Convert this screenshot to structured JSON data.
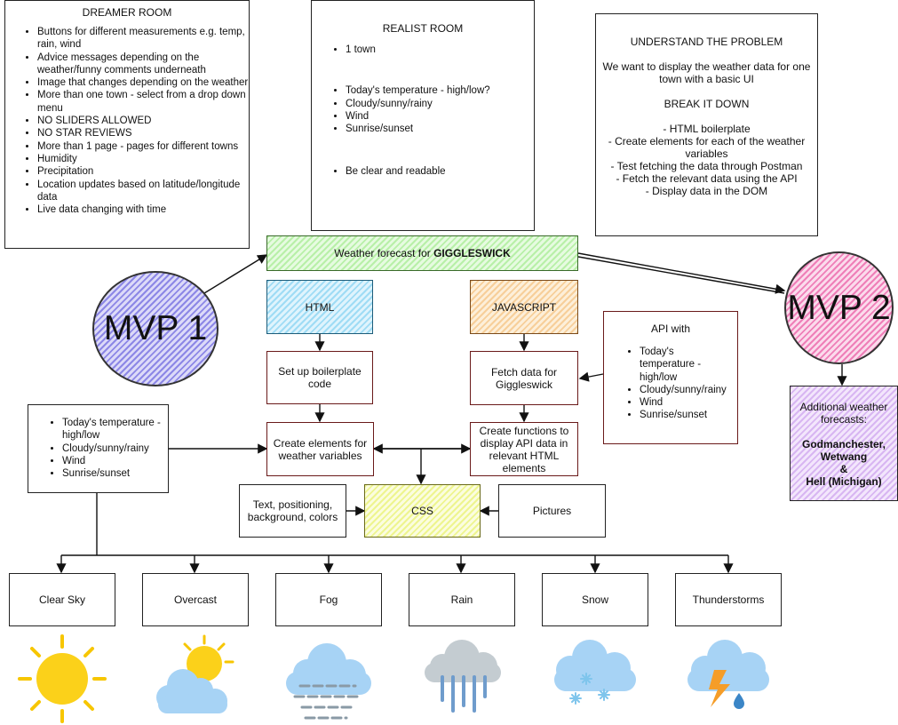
{
  "dreamer": {
    "title": "DREAMER ROOM",
    "items": [
      "Buttons for different measurements e.g. temp, rain, wind",
      "Advice messages depending on the weather/funny comments underneath",
      "Image that changes depending on the weather",
      "More than one town - select from a drop down menu",
      "NO SLIDERS ALLOWED",
      "NO STAR REVIEWS",
      "More than 1 page - pages for different towns",
      "Humidity",
      "Precipitation",
      "Location updates based on latitude/longitude data",
      "Live data changing with time"
    ]
  },
  "realist": {
    "title": "REALIST ROOM",
    "group1": [
      "1 town"
    ],
    "group2": [
      "Today's temperature - high/low?",
      "Cloudy/sunny/rainy",
      "Wind",
      "Sunrise/sunset"
    ],
    "group3": [
      "Be clear and readable"
    ]
  },
  "understand": {
    "title": "UNDERSTAND THE PROBLEM",
    "body": "We want to display the weather data for one town with a basic UI",
    "breakdown_title": "BREAK IT DOWN",
    "steps": [
      "- HTML boilerplate",
      "- Create elements for each of the weather variables",
      "- Test fetching the data through Postman",
      "- Fetch the relevant data using the API",
      "- Display data in the DOM"
    ]
  },
  "forecast": {
    "prefix": "Weather forecast for ",
    "town": "GIGGLESWICK"
  },
  "mvp1": "MVP 1",
  "mvp2": "MVP 2",
  "html_box": "HTML",
  "js_box": "JAVASCRIPT",
  "boilerplate": "Set up boilerplate code",
  "fetch": "Fetch data for Giggleswick",
  "create_elements": "Create elements for weather variables",
  "create_functions": "Create functions to display API data in relevant HTML elements",
  "api": {
    "title": "API with",
    "items": [
      "Today's temperature - high/low",
      "Cloudy/sunny/rainy",
      "Wind",
      "Sunrise/sunset"
    ]
  },
  "left_list": [
    "Today's temperature - high/low",
    "Cloudy/sunny/rainy",
    "Wind",
    "Sunrise/sunset"
  ],
  "css_box": "CSS",
  "text_pos": "Text, positioning, background, colors",
  "pictures": "Pictures",
  "additional": {
    "intro": "Additional weather forecasts:",
    "town1": "Godmanchester,",
    "town2": "Wetwang",
    "amp": "&",
    "town3": "Hell (Michigan)"
  },
  "weather_types": [
    "Clear Sky",
    "Overcast",
    "Fog",
    "Rain",
    "Snow",
    "Thunderstorms"
  ],
  "colors": {
    "mvp1": "#8c87e6",
    "mvp2": "#ef7fb8",
    "forecast": "#b8f0a8",
    "html": "#9fdcf5",
    "javascript": "#f7cf9a",
    "css": "#eef58f",
    "additional": "#d8b6f2"
  },
  "icons": [
    "sun-icon",
    "sun-behind-cloud-icon",
    "fog-cloud-icon",
    "rain-cloud-icon",
    "snow-cloud-icon",
    "thunderstorm-cloud-icon"
  ]
}
